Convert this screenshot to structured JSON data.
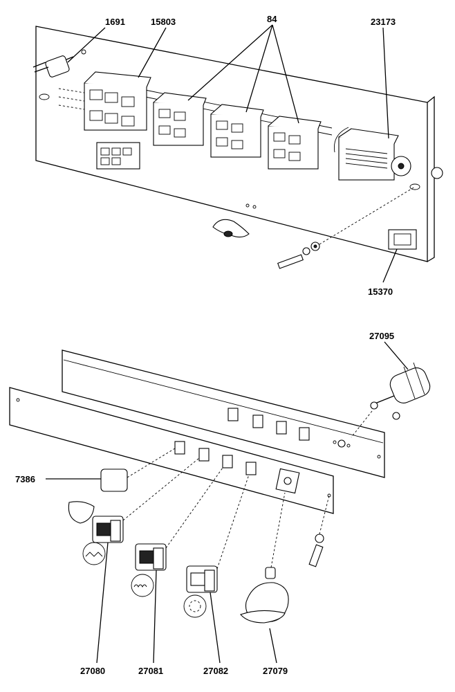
{
  "labels": {
    "p1691": "1691",
    "p15803": "15803",
    "p84": "84",
    "p23173": "23173",
    "p15370": "15370",
    "p27095": "27095",
    "p7386": "7386",
    "p27080": "27080",
    "p27081": "27081",
    "p27082": "27082",
    "p27079": "27079"
  }
}
